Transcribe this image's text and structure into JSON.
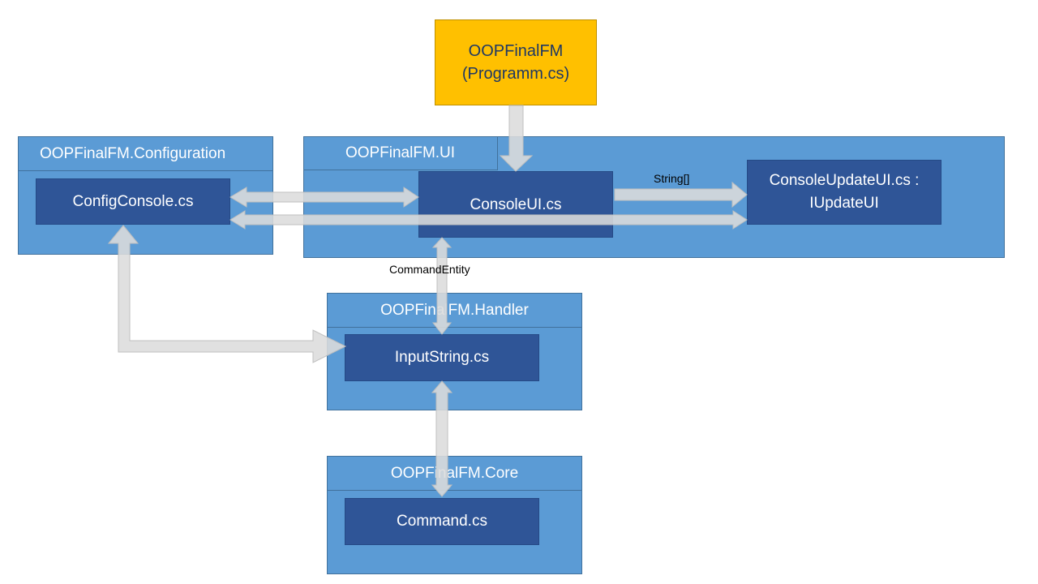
{
  "entry": {
    "line1": "OOPFinalFM",
    "line2": "(Programm.cs)"
  },
  "packages": {
    "configuration": {
      "title": "OOPFinalFM.Configuration",
      "class": "ConfigConsole.cs"
    },
    "ui": {
      "title": "OOPFinalFM.UI",
      "console_ui": "ConsoleUI.cs",
      "update_ui_line1": "ConsoleUpdateUI.cs :",
      "update_ui_line2": "IUpdateUI"
    },
    "handler": {
      "title": "OOPFinalFM.Handler",
      "class": "InputString.cs"
    },
    "core": {
      "title": "OOPFinalFM.Core",
      "class": "Command.cs"
    }
  },
  "labels": {
    "string_array": "String[]",
    "command_entity": "CommandEntity"
  },
  "colors": {
    "package_fill": "#5b9bd5",
    "class_fill": "#2f5597",
    "entry_fill": "#ffc000",
    "arrow_fill": "#dcdcdc"
  }
}
